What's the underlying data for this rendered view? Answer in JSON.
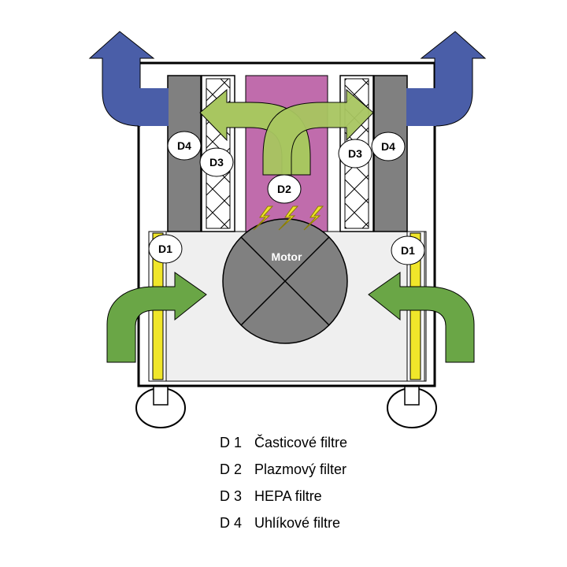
{
  "diagram": {
    "motor_label": "Motor",
    "labels": {
      "d1": "D1",
      "d2": "D2",
      "d3": "D3",
      "d4": "D4"
    },
    "colors": {
      "outflow_arrow": "#4a5ea8",
      "inner_arrow": "#a8c660",
      "inflow_arrow": "#6aa646",
      "plasma": "#c06cac",
      "carbon": "#808080",
      "particle": "#f0e62a",
      "motor": "#808080",
      "spark": "#f0e62a",
      "housing_fill": "#efefef"
    }
  },
  "legend": [
    {
      "code": "D 1",
      "text": "Časticové filtre"
    },
    {
      "code": "D 2",
      "text": "Plazmový filter"
    },
    {
      "code": "D 3",
      "text": "HEPA filtre"
    },
    {
      "code": "D 4",
      "text": "Uhlíkové filtre"
    }
  ]
}
